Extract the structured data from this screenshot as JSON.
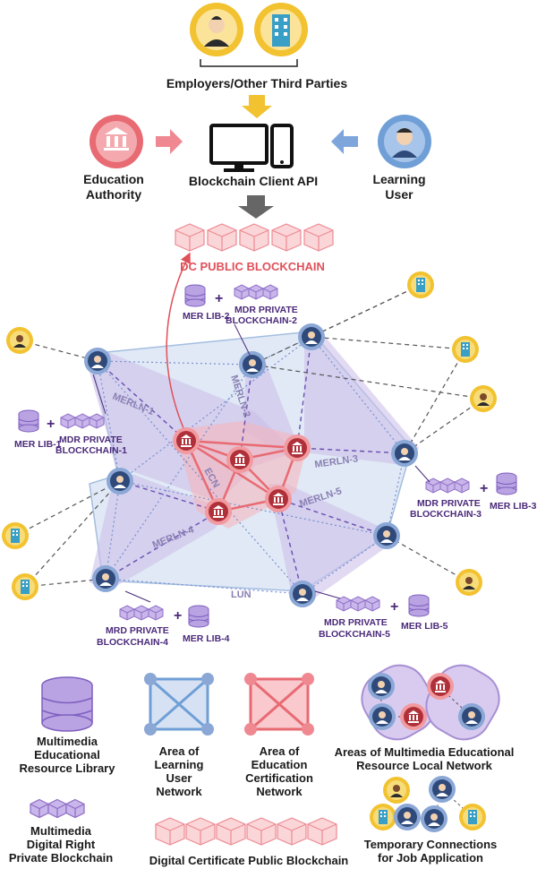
{
  "top": {
    "employers_label": "Employers/Other Third Parties",
    "education_authority_line1": "Education",
    "education_authority_line2": "Authority",
    "client_api_label": "Blockchain Client API",
    "learning_user_line1": "Learning",
    "learning_user_line2": "User",
    "dc_public_label": "DC PUBLIC BLOCKCHAIN"
  },
  "network": {
    "mer_lib_2": "MER LIB-2",
    "mdr_private_2_line1": "MDR PRIVATE",
    "mdr_private_2_line2": "BLOCKCHAIN-2",
    "mer_lib_1": "MER LIB-1",
    "mdr_private_1_line1": "MDR PRIVATE",
    "mdr_private_1_line2": "BLOCKCHAIN-1",
    "mdr_private_3_line1": "MDR PRIVATE",
    "mdr_private_3_line2": "BLOCKCHAIN-3",
    "mer_lib_3": "MER LIB-3",
    "mrd_private_4_line1": "MRD PRIVATE",
    "mrd_private_4_line2": "BLOCKCHAIN-4",
    "mer_lib_4": "MER LIB-4",
    "mdr_private_5_line1": "MDR PRIVATE",
    "mdr_private_5_line2": "BLOCKCHAIN-5",
    "mer_lib_5": "MER LIB-5",
    "merln_1": "MERLN-1",
    "merln_2": "MERLN-2",
    "merln_3": "MERLN-3",
    "merln_4": "MERLN-4",
    "merln_5": "MERLN-5",
    "ecn": "ECN",
    "lun": "LUN"
  },
  "legend": {
    "mer_library_line1": "Multimedia",
    "mer_library_line2": "Educational",
    "mer_library_line3": "Resource Library",
    "lun_line1": "Area of",
    "lun_line2": "Learning",
    "lun_line3": "User",
    "lun_line4": "Network",
    "ecn_line1": "Area of",
    "ecn_line2": "Education",
    "ecn_line3": "Certification",
    "ecn_line4": "Network",
    "merln_area_line1": "Areas of Multimedia Educational",
    "merln_area_line2": "Resource Local Network",
    "mdr_private_line1": "Multimedia",
    "mdr_private_line2": "Digital Right",
    "mdr_private_line3": "Private Blockchain",
    "dc_public_legend": "Digital Certificate Public Blockchain",
    "temp_conn_line1": "Temporary Connections",
    "temp_conn_line2": "for Job Application"
  },
  "colors": {
    "user_blue": "#6f9fd6",
    "authority_red": "#e86a72",
    "employer_gold": "#f2c230",
    "merln_purple": "#a78fd3",
    "lun_blue": "#c9daf0"
  }
}
